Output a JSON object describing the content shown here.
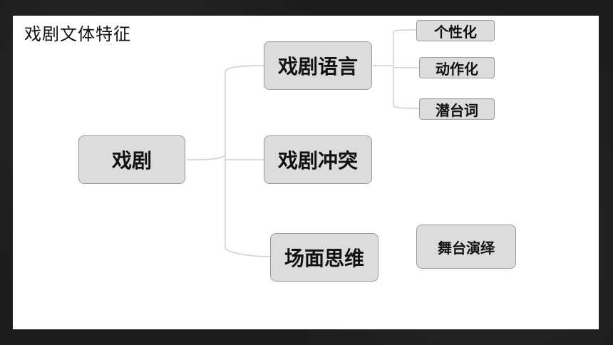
{
  "title": "戏剧文体特征",
  "nodes": {
    "root": "戏剧",
    "lang": "戏剧语言",
    "conflict": "戏剧冲突",
    "scene": "场面思维",
    "gex": "个性化",
    "act": "动作化",
    "sub": "潜台词",
    "perf": "舞台演绎"
  }
}
